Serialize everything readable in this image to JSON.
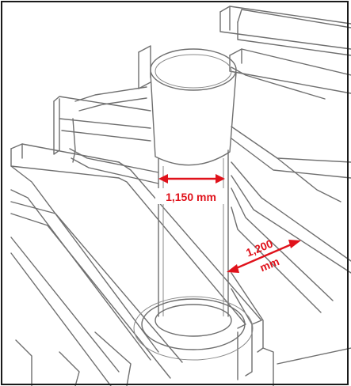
{
  "diagram": {
    "dimensions": [
      {
        "id": "post-diameter",
        "label": "1,150 mm"
      },
      {
        "id": "tread-width",
        "line1": "1,200",
        "line2": "mm"
      }
    ]
  },
  "colors": {
    "dimension": "#e0121b",
    "linework": "#6f6f6f",
    "border": "#1a1a1a",
    "background": "#ffffff"
  }
}
